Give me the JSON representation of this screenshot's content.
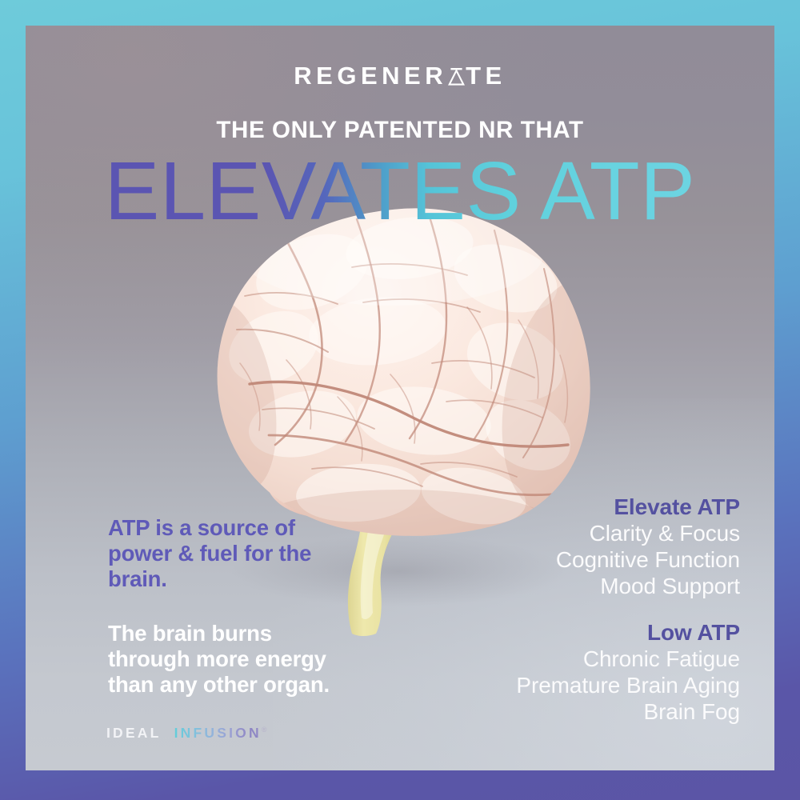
{
  "frame": {
    "border_gradient_start": "#6ecbda",
    "border_gradient_end": "#5b55a5"
  },
  "panel": {
    "bg_top": "#918c98",
    "bg_bottom": "#c6cad1"
  },
  "brand": {
    "name_before": "REGENER",
    "name_after": "TE",
    "glyph": "kite-a-icon",
    "color": "#ffffff"
  },
  "header": {
    "kicker": "THE ONLY PATENTED NR THAT",
    "headline": "ELEVATES ATP",
    "headline_gradient_start": "#5b55b2",
    "headline_gradient_end": "#6fd5e2"
  },
  "artwork": {
    "name": "human-brain-3d-model",
    "cortex_color": "#f6e3da",
    "sulcus_color": "#c79183",
    "brainstem_color": "#e8e2a4"
  },
  "left_copy": {
    "lead": "ATP is a source of power & fuel for the brain.",
    "lead_color": "#5f5ab8",
    "body": "The brain burns through more energy than any other organ.",
    "body_color": "#ffffff"
  },
  "logo": {
    "word_one": "IDEAL",
    "word_two": "INFUSION",
    "registered_mark": "®",
    "word_one_color": "#f2f3f6",
    "word_two_gradient_start": "#63cdda",
    "word_two_gradient_end": "#8f88c6"
  },
  "right_copy": {
    "blocks": [
      {
        "title": "Elevate ATP",
        "title_color": "#5451a0",
        "items": [
          "Clarity & Focus",
          "Cognitive Function",
          "Mood Support"
        ]
      },
      {
        "title": "Low ATP",
        "title_color": "#5451a0",
        "items": [
          "Chronic Fatigue",
          "Premature Brain Aging",
          "Brain Fog"
        ]
      }
    ]
  }
}
